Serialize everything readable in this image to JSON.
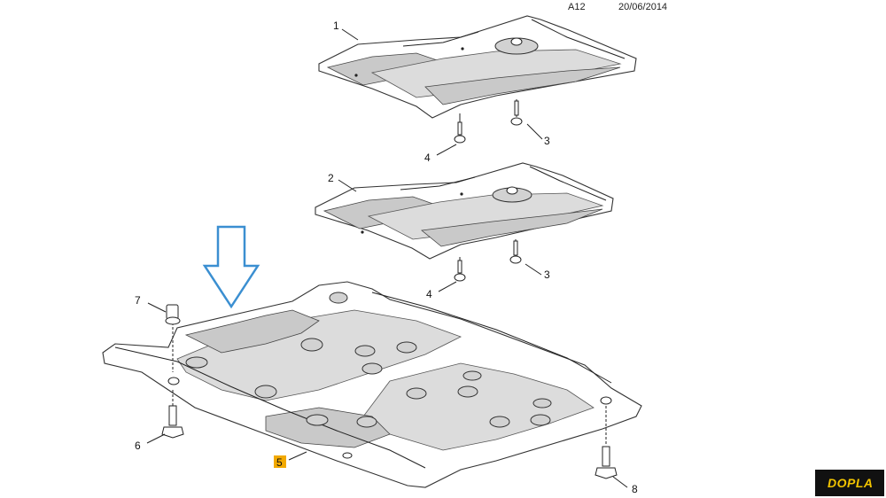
{
  "header": {
    "code": "A12",
    "date": "20/06/2014"
  },
  "callouts": {
    "c1": "1",
    "c2": "2",
    "c3a": "3",
    "c3b": "3",
    "c4a": "4",
    "c4b": "4",
    "c5": "5",
    "c6": "6",
    "c7": "7",
    "c8": "8"
  },
  "logo": {
    "text": "DOPLA"
  },
  "colors": {
    "highlight": "#f2a900",
    "arrow": "#3b8fd1"
  }
}
